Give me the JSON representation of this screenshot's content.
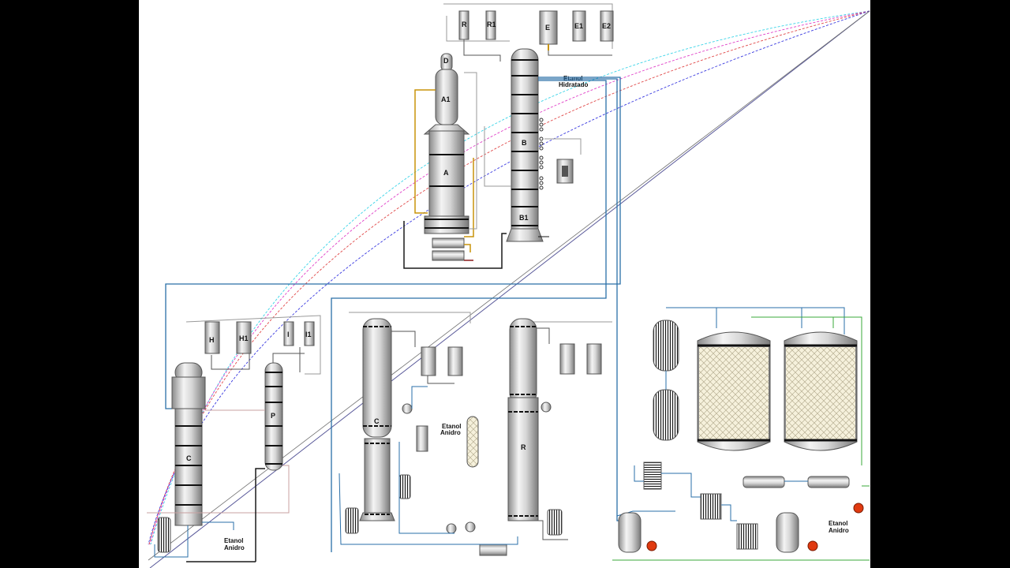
{
  "labels": {
    "R": "R",
    "R1": "R1",
    "E": "E",
    "E1": "E1",
    "E2": "E2",
    "D": "D",
    "A1": "A1",
    "A": "A",
    "B": "B",
    "B1": "B1",
    "H": "H",
    "H1": "H1",
    "I": "I",
    "I1": "I1",
    "C_left": "C",
    "P": "P",
    "C_mid": "C",
    "R_mid": "R"
  },
  "stream_labels": {
    "etanol_hidratado_1": "Etanol",
    "etanol_hidratado_2": "Hidratado",
    "anidro_left_1": "Etanol",
    "anidro_left_2": "Anidro",
    "anidro_mid_1": "Etanol",
    "anidro_mid_2": "Anidro",
    "anidro_right_1": "Etanol",
    "anidro_right_2": "Anidro"
  },
  "colors": {
    "page_bg": "#000000",
    "canvas_bg": "#ffffff",
    "pipe_blue": "#2a6fa8",
    "pipe_gold": "#c8940a",
    "pipe_dark": "#1a1a1a",
    "pipe_gray": "#9a9a9a",
    "pipe_green": "#3aa83a",
    "pump_red": "#e03a10",
    "curve_cyan": "#39d4e8",
    "curve_magenta": "#e040c8",
    "curve_red": "#e04848",
    "curve_blue": "#3a3ae0",
    "curve_gray": "#707070"
  }
}
